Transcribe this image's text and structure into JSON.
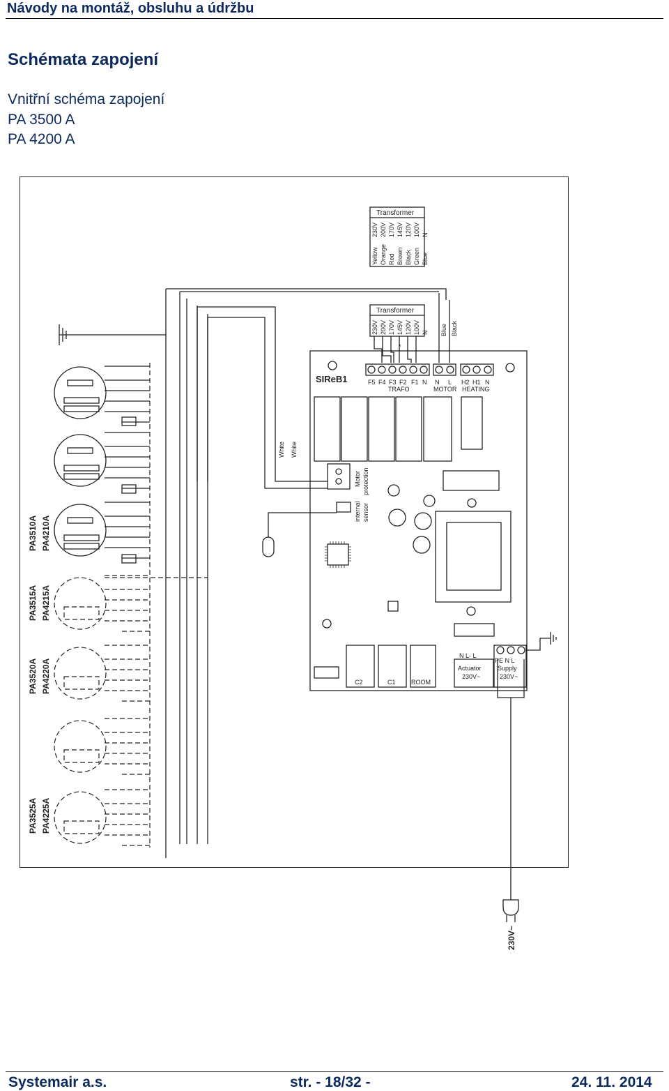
{
  "header": {
    "title": "Návody na montáž, obsluhu a údržbu"
  },
  "section": {
    "title": "Schémata zapojení",
    "subtitle": "Vnitřní schéma zapojení",
    "models": [
      "PA 3500 A",
      "PA 4200 A"
    ]
  },
  "diagram": {
    "transformer_label": "Transformer",
    "transformer_top_colors": [
      "Yellow",
      "Orange",
      "Red",
      "Brown",
      "Black",
      "Green",
      "Blue"
    ],
    "transformer_top_voltages": [
      "230V",
      "200V",
      "170V",
      "145V",
      "120V",
      "100V",
      "N"
    ],
    "transformer_voltages": [
      "230V",
      "200V",
      "170V",
      "145V",
      "120V",
      "100V",
      "N"
    ],
    "blue_label": "Blue",
    "black_label": "Black",
    "star": "*",
    "board_name": "SIReB1",
    "terminal_labels": [
      "F5",
      "F4",
      "F3",
      "F2",
      "F1",
      "N",
      "N",
      "L",
      "H2",
      "H1",
      "N"
    ],
    "trafo_label": "TRAFO",
    "motor_label": "MOTOR",
    "heating_label": "HEATING",
    "white_1": "White",
    "white_2": "White",
    "motor_protection_1": "Motor",
    "motor_protection_2": "protection",
    "internal_sensor_1": "internal",
    "internal_sensor_2": "sensor",
    "connectors": [
      "C2",
      "C1",
      "ROOM"
    ],
    "actuator_terms": "N  L-  L",
    "actuator_label": "Actuator",
    "actuator_voltage": "230V~",
    "supply_terms": "PE  N   L",
    "supply_label": "Supply",
    "supply_voltage": "230V~",
    "plug_voltage": "230V~",
    "model_groups": [
      [
        "PA3510A",
        "PA4210A"
      ],
      [
        "PA3515A",
        "PA4215A"
      ],
      [
        "PA3520A",
        "PA4220A"
      ],
      [
        "PA3525A",
        "PA4225A"
      ]
    ]
  },
  "footer": {
    "company": "Systemair a.s.",
    "page": "str. - 18/32 -",
    "date": "24. 11. 2014"
  }
}
